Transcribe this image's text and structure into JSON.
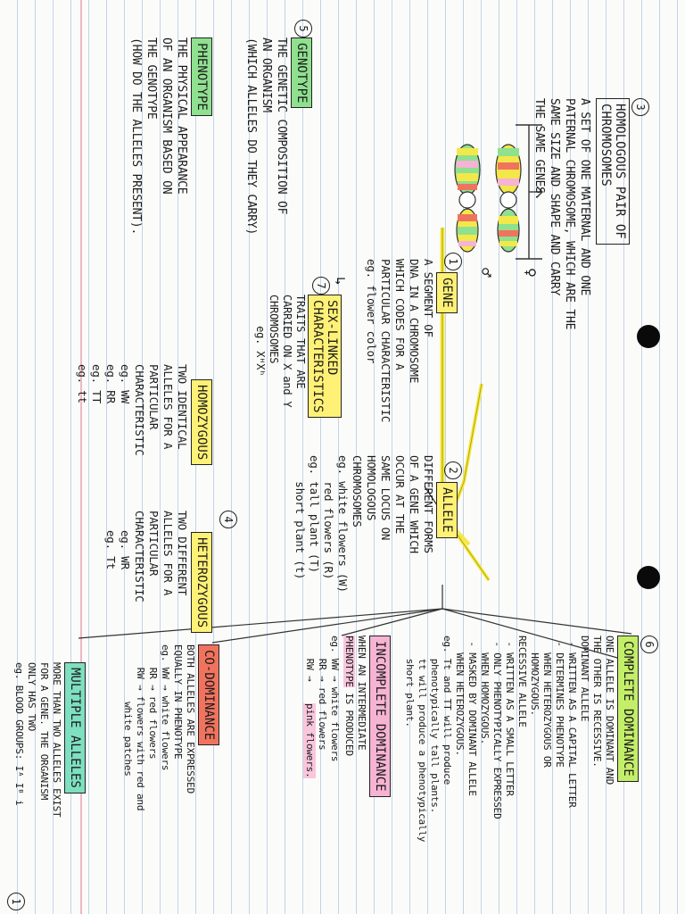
{
  "homologous": {
    "number": "3",
    "title": "HOMOLOGOUS PAIR OF\nCHROMOSOMES",
    "desc": "A SET OF ONE MATERNAL AND ONE\nPATERNAL CHROMOSOME, WHICH ARE THE\nSAME SIZE AND SHAPE AND CARRY\nTHE SAME GENES.",
    "female_symbol": "♀",
    "male_symbol": "♂"
  },
  "genotype": {
    "number": "5",
    "label": "GENOTYPE",
    "desc": "THE GENETIC COMPOSITION OF\nAN ORGANISM\n(WHICH ALLELES DO THEY CARRY)"
  },
  "phenotype": {
    "label": "PHENOTYPE",
    "desc": "THE PHYSICAL APPEARANCE\nOF AN ORGANISM BASED ON\nTHE GENOTYPE\n(HOW DO THE ALLELES PRESENT)."
  },
  "gene": {
    "number": "1",
    "label": "GENE",
    "desc": "A SEGMENT OF\nDNA IN A CHROMOSOME\nWHICH CODES FOR A\nPARTICULAR CHARACTERISTIC\neg. flower color"
  },
  "sex_linked": {
    "number": "7",
    "label": "SEX-LINKED\nCHARACTERISTICS",
    "desc": "TRAITS THAT ARE\nCARRIED ON X and Y\nCHROMOSOMES\n     eg. XᴴXʰ"
  },
  "allele": {
    "number": "2",
    "label": "ALLELE",
    "desc": "DIFFERENT FORMS\nOF A GENE WHICH\nOCCUR AT THE\nSAME LOCUS ON\nHOMOLOGOUS\nCHROMOSOMES\neg. white flowers (W)\n    red flowers (R)\neg. tall plant (T)\n    short plant (t)"
  },
  "homozygous": {
    "label": "HOMOZYGOUS",
    "desc": "TWO IDENTICAL\nALLELES FOR A\nPARTICULAR\nCHARACTERISTIC\neg. WW\neg. RR\neg. TT\neg. tt"
  },
  "heterozygous": {
    "number": "4",
    "label": "HETEROZYGOUS",
    "desc": "TWO DIFFERENT\nALLELES FOR A\nPARTICULAR\nCHARACTERISTIC\n   eg. WR\n   eg. Tt"
  },
  "complete_dominance": {
    "number": "6",
    "label": "COMPLETE DOMINANCE",
    "desc": "ONE ALLELE IS DOMINANT AND\nTHE OTHER IS RECESSIVE.\nDOMINANT ALLELE\n - WRITTEN AS A CAPITAL LETTER\n - DETERMINES PHENOTYPE\n   WHEN HETEROZYGOUS OR\n   HOMOZYGOUS.\nRECESSIVE ALLELE\n - WRITTEN AS A SMALL LETTER\n - ONLY PHENOTYPICALLY EXPRESSED\n   WHEN HOMOZYGOUS.\n - MASKED BY DOMINANT ALLELE\n   WHEN HETEROZYGOUS.\neg. Tt and TT will produce\n    phenotypically tall plants.\n    tt will produce a phenotypically\n    short plant."
  },
  "incomplete_dominance": {
    "label": "INCOMPLETE DOMINANCE",
    "desc_pre": "WHEN AN INTERMEDIATE",
    "desc_hl": "PHENOTYPE",
    "desc_post": " IS PRODUCED",
    "examples": "eg. WW → white flowers\n    RR → red flowers\n    RW →",
    "pink_result": "pink flowers."
  },
  "co_dominance": {
    "label": "CO-DOMINANCE",
    "desc": "BOTH ALLELES ARE EXPRESSED\nEQUALLY IN PHENOTYPE\neg. WW → white flowers\n    RR → red flowers\n    RW → flowers with red and\n          white patches"
  },
  "multiple_alleles": {
    "label": "MULTIPLE ALLELES",
    "desc": "MORE THAN TWO ALLELES EXIST\nFOR A GENE. THE ORGANISM\nONLY HAS TWO\neg. BLOOD GROUPS: Iᴬ Iᴮ i"
  },
  "page_number": "1",
  "colors": {
    "highlight_yellow": "#fff176",
    "highlight_green": "#8fe08f",
    "highlight_pink": "#f6b3d3",
    "highlight_red": "#f0735e",
    "connector": "#f3e84a"
  }
}
